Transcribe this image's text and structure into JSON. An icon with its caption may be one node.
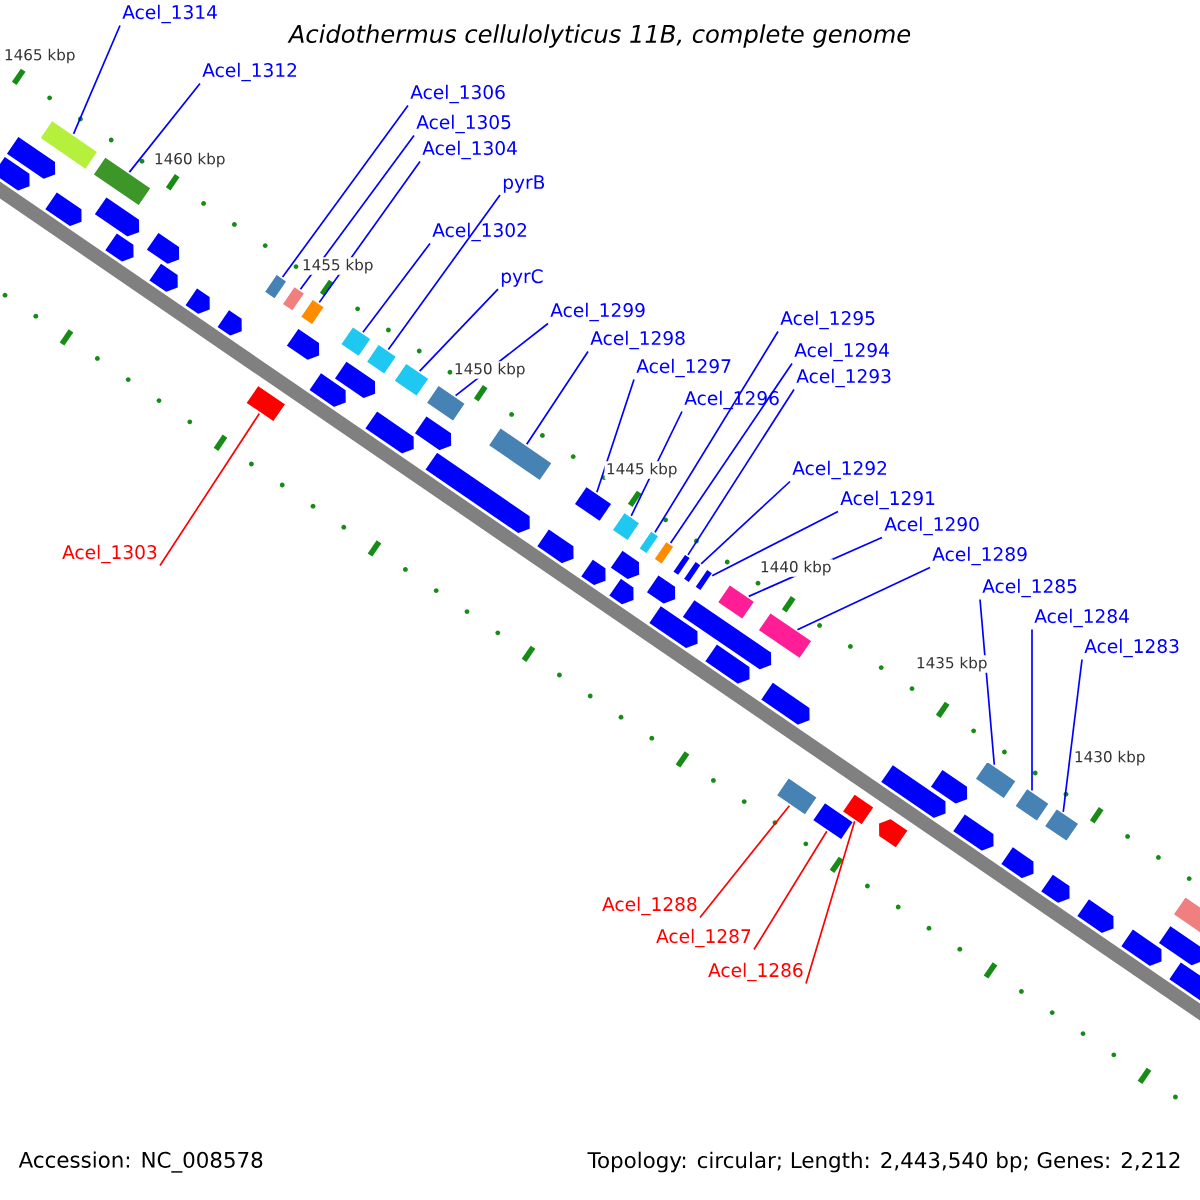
{
  "diagram": {
    "title": "Acidothermus cellulolyticus 11B, complete genome",
    "nodes": [
      {
        "text": [
          "Acel_1314"
        ]
      },
      {
        "text": [
          "Acel_1312"
        ]
      },
      {
        "text": [
          "Acel_1306"
        ]
      },
      {
        "text": [
          "Acel_1305"
        ]
      },
      {
        "text": [
          "Acel_1304"
        ]
      },
      {
        "text": [
          "pyrB"
        ]
      },
      {
        "text": [
          "Acel_1302"
        ]
      },
      {
        "text": [
          "pyrC"
        ]
      },
      {
        "text": [
          "Acel_1299"
        ]
      },
      {
        "text": [
          "Acel_1298"
        ]
      },
      {
        "text": [
          "Acel_1297"
        ]
      },
      {
        "text": [
          "Acel_1296"
        ]
      },
      {
        "text": [
          "Acel_1295"
        ]
      },
      {
        "text": [
          "Acel_1294"
        ]
      },
      {
        "text": [
          "Acel_1293"
        ]
      },
      {
        "text": [
          "Acel_1292"
        ]
      },
      {
        "text": [
          "Acel_1291"
        ]
      },
      {
        "text": [
          "Acel_1290"
        ]
      },
      {
        "text": [
          "Acel_1289"
        ]
      },
      {
        "text": [
          "Acel_1285"
        ]
      },
      {
        "text": [
          "Acel_1284"
        ]
      },
      {
        "text": [
          "Acel_1283"
        ]
      },
      {
        "text": [
          "Acel_1303"
        ]
      },
      {
        "text": [
          "Acel_1288"
        ]
      },
      {
        "text": [
          "Acel_1287"
        ]
      },
      {
        "text": [
          "Acel_1286"
        ]
      },
      {
        "text": [],
        "shape": "box"
      },
      {
        "text": [],
        "shape": "box"
      },
      {
        "text": [],
        "shape": "box"
      },
      {
        "text": [],
        "shape": "box"
      },
      {
        "text": [],
        "shape": "box"
      },
      {
        "text": [],
        "shape": "box"
      },
      {
        "text": [],
        "shape": "box"
      },
      {
        "text": [],
        "shape": "box"
      },
      {
        "text": [],
        "shape": "box"
      },
      {
        "text": [],
        "shape": "box"
      },
      {
        "text": [],
        "shape": "box"
      },
      {
        "text": [],
        "shape": "box"
      },
      {
        "text": [],
        "shape": "box"
      },
      {
        "text": [],
        "shape": "box"
      },
      {
        "text": [],
        "shape": "box"
      },
      {
        "text": [],
        "shape": "box"
      },
      {
        "text": [],
        "shape": "box"
      },
      {
        "text": [],
        "shape": "box"
      },
      {
        "text": [],
        "shape": "box"
      },
      {
        "text": [],
        "shape": "box"
      },
      {
        "text": [],
        "shape": "box"
      },
      {
        "text": [],
        "shape": "box"
      },
      {
        "text": [],
        "shape": "box"
      },
      {
        "text": [],
        "shape": "box"
      },
      {
        "text": [],
        "shape": "box"
      },
      {
        "text": [],
        "shape": "box"
      },
      {
        "text": [],
        "shape": "arrow"
      },
      {
        "text": [],
        "shape": "arrow"
      },
      {
        "text": [],
        "shape": "arrow"
      },
      {
        "text": [],
        "shape": "arrow"
      },
      {
        "text": [],
        "shape": "arrow"
      },
      {
        "text": [],
        "shape": "arrow"
      },
      {
        "text": [],
        "shape": "arrow"
      },
      {
        "text": [],
        "shape": "arrow"
      },
      {
        "text": [],
        "shape": "arrow"
      },
      {
        "text": [],
        "shape": "arrow"
      },
      {
        "text": [],
        "shape": "arrow"
      },
      {
        "text": [],
        "shape": "arrow"
      },
      {
        "text": [],
        "shape": "arrow"
      },
      {
        "text": [],
        "shape": "arrow"
      },
      {
        "text": [],
        "shape": "arrow"
      },
      {
        "text": [],
        "shape": "arrow"
      },
      {
        "text": [],
        "shape": "arrow"
      },
      {
        "text": [],
        "shape": "arrow"
      },
      {
        "text": [],
        "shape": "arrow"
      },
      {
        "text": [],
        "shape": "arrow"
      },
      {
        "text": [],
        "shape": "arrow"
      },
      {
        "text": [],
        "shape": "arrow"
      },
      {
        "text": [],
        "shape": "arrow"
      },
      {
        "text": [],
        "shape": "arrow"
      },
      {
        "text": [],
        "shape": "arrow"
      },
      {
        "text": [],
        "shape": "arrow"
      },
      {
        "text": [],
        "shape": "arrow"
      },
      {
        "text": [],
        "shape": "arrow"
      },
      {
        "text": [],
        "shape": "arrow"
      },
      {
        "text": [],
        "shape": "arrow"
      },
      {
        "text": [],
        "shape": "arrow"
      },
      {
        "text": [],
        "shape": "arrow"
      },
      {
        "text": [],
        "shape": "arrow"
      },
      {
        "text": [],
        "shape": "arrow"
      },
      {
        "text": [],
        "shape": "box"
      }
    ],
    "edges": [
      {
        "from": 0,
        "to": 26,
        "arrow": "none"
      },
      {
        "from": 1,
        "to": 27,
        "arrow": "none"
      },
      {
        "from": 2,
        "to": 28,
        "arrow": "none"
      },
      {
        "from": 3,
        "to": 29,
        "arrow": "none"
      },
      {
        "from": 4,
        "to": 30,
        "arrow": "none"
      },
      {
        "from": 5,
        "to": 32,
        "arrow": "none"
      },
      {
        "from": 6,
        "to": 31,
        "arrow": "none"
      },
      {
        "from": 7,
        "to": 33,
        "arrow": "none"
      },
      {
        "from": 8,
        "to": 34,
        "arrow": "none"
      },
      {
        "from": 9,
        "to": 35,
        "arrow": "none"
      },
      {
        "from": 10,
        "to": 36,
        "arrow": "none"
      },
      {
        "from": 11,
        "to": 37,
        "arrow": "none"
      },
      {
        "from": 12,
        "to": 38,
        "arrow": "none"
      },
      {
        "from": 13,
        "to": 39,
        "arrow": "none"
      },
      {
        "from": 14,
        "to": 40,
        "arrow": "none"
      },
      {
        "from": 15,
        "to": 41,
        "arrow": "none"
      },
      {
        "from": 16,
        "to": 42,
        "arrow": "none"
      },
      {
        "from": 17,
        "to": 43,
        "arrow": "none"
      },
      {
        "from": 18,
        "to": 44,
        "arrow": "none"
      },
      {
        "from": 19,
        "to": 45,
        "arrow": "none"
      },
      {
        "from": 20,
        "to": 46,
        "arrow": "none"
      },
      {
        "from": 21,
        "to": 47,
        "arrow": "none"
      },
      {
        "from": 22,
        "to": 48,
        "arrow": "none",
        "color": "#ff0000"
      },
      {
        "from": 23,
        "to": 49,
        "arrow": "none",
        "color": "#ff0000"
      },
      {
        "from": 24,
        "to": 50,
        "arrow": "none",
        "color": "#ff0000"
      },
      {
        "from": 25,
        "to": 51,
        "arrow": "none",
        "color": "#ff0000"
      }
    ],
    "labels": [
      "1465 kbp",
      "1460 kbp",
      "1455 kbp",
      "1450 kbp",
      "1445 kbp",
      "1440 kbp",
      "1435 kbp",
      "1430 kbp",
      "Accession: NC_008578",
      "Topology: circular; Length: 2,443,540 bp; Genes: 2,212"
    ]
  }
}
